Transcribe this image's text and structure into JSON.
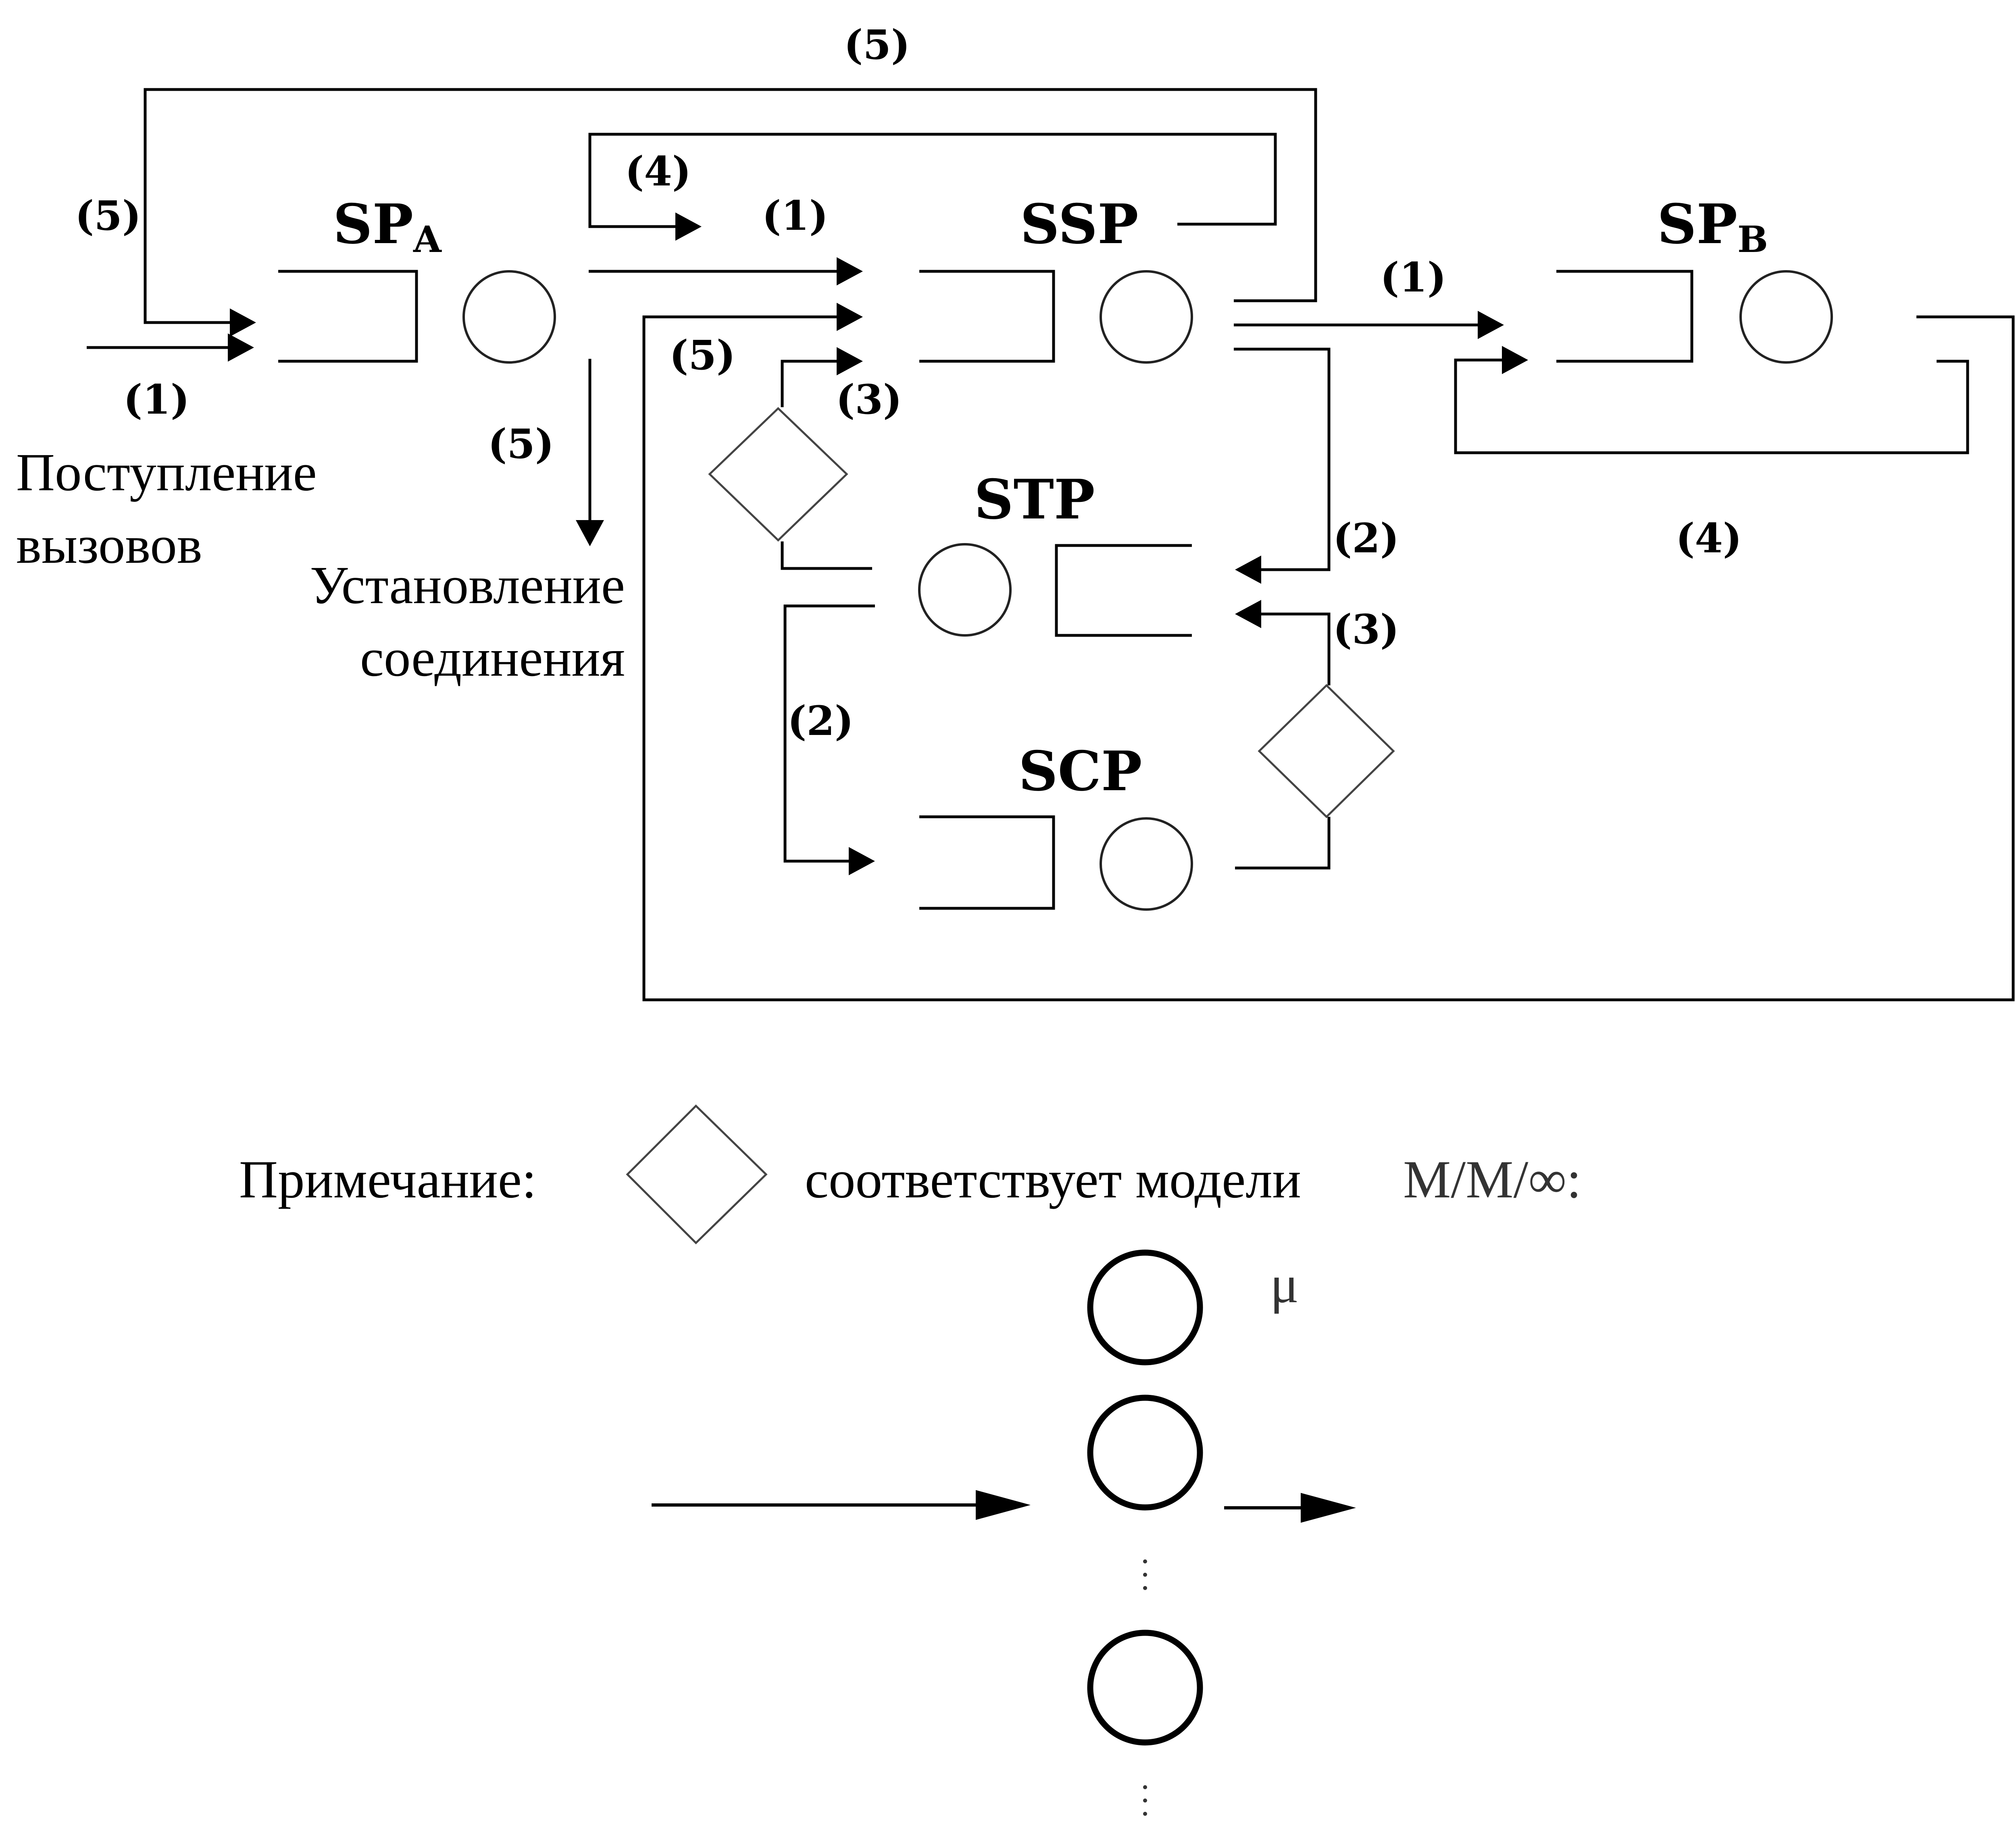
{
  "nodes": {
    "spa": {
      "name": "SP",
      "sub": "A"
    },
    "ssp": {
      "name": "SSP"
    },
    "spb": {
      "name": "SP",
      "sub": "B"
    },
    "stp": {
      "name": "STP"
    },
    "scp": {
      "name": "SCP"
    }
  },
  "flow_labels": {
    "l1": "(1)",
    "l2": "(2)",
    "l3": "(3)",
    "l4": "(4)",
    "l5": "(5)"
  },
  "captions": {
    "arrivals_line1": "Поступление",
    "arrivals_line2": "вызовов",
    "setup_line1": "Установление",
    "setup_line2": "соединения"
  },
  "note": {
    "label": "Примечание:",
    "text": "соответствует модели",
    "model": "M/M/∞:",
    "mu": "μ"
  }
}
